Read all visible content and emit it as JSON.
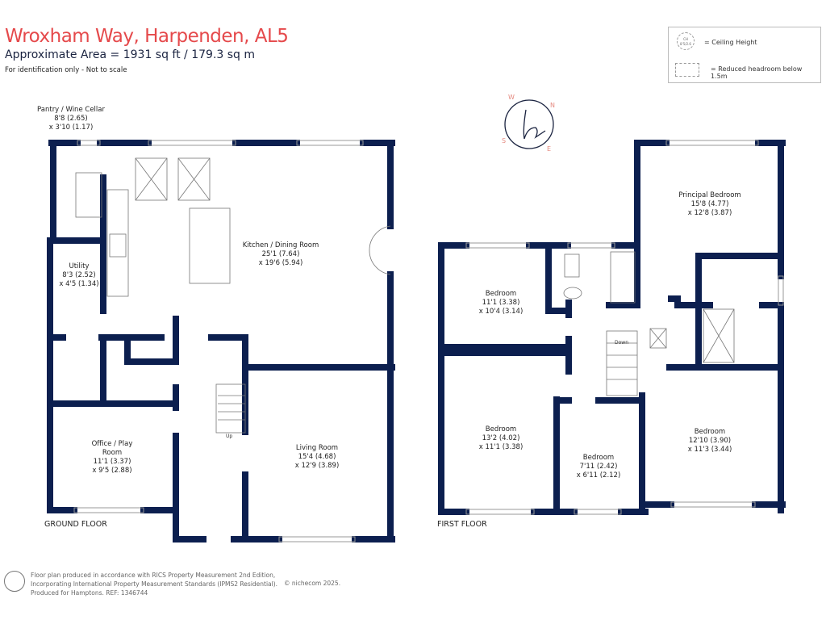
{
  "header": {
    "title": "Wroxham Way, Harpenden, AL5",
    "area": "Approximate Area = 1931 sq ft / 179.3 sq m",
    "note": "For identification only - Not to scale"
  },
  "legend": {
    "ch_symbol": "CH 8'5/2.6",
    "ceiling_height": "= Ceiling Height",
    "reduced_headroom": "= Reduced headroom below 1.5m"
  },
  "compass": {
    "w": "W",
    "n": "N",
    "s": "S",
    "e": "E",
    "logo": "h"
  },
  "ground_floor": {
    "label": "GROUND FLOOR",
    "stairs": "Up",
    "rooms": [
      {
        "name": "Pantry / Wine Cellar",
        "dim1": "8'8 (2.65)",
        "dim2": "x 3'10 (1.17)"
      },
      {
        "name": "Kitchen / Dining Room",
        "dim1": "25'1 (7.64)",
        "dim2": "x 19'6 (5.94)"
      },
      {
        "name": "Utility",
        "dim1": "8'3 (2.52)",
        "dim2": "x 4'5 (1.34)"
      },
      {
        "name": "Office / Play Room",
        "dim1": "11'1 (3.37)",
        "dim2": "x 9'5 (2.88)"
      },
      {
        "name": "Living Room",
        "dim1": "15'4 (4.68)",
        "dim2": "x 12'9 (3.89)"
      }
    ]
  },
  "first_floor": {
    "label": "FIRST FLOOR",
    "stairs": "Down",
    "rooms": [
      {
        "name": "Principal Bedroom",
        "dim1": "15'8 (4.77)",
        "dim2": "x 12'8 (3.87)"
      },
      {
        "name": "Bedroom",
        "dim1": "11'1 (3.38)",
        "dim2": "x 10'4 (3.14)"
      },
      {
        "name": "Bedroom",
        "dim1": "13'2 (4.02)",
        "dim2": "x 11'1 (3.38)"
      },
      {
        "name": "Bedroom",
        "dim1": "7'11 (2.42)",
        "dim2": "x 6'11 (2.12)"
      },
      {
        "name": "Bedroom",
        "dim1": "12'10 (3.90)",
        "dim2": "x 11'3 (3.44)"
      }
    ]
  },
  "footer": {
    "line1": "Floor plan produced in accordance with RICS Property Measurement 2nd Edition,",
    "line2": "Incorporating International Property Measurement Standards (IPMS2 Residential).",
    "line3": "Produced for Hamptons.   REF:  1346744",
    "copyright": "© nichecom 2025."
  },
  "colors": {
    "wall": "#0c1f4f",
    "title": "#e5494b",
    "compass": "#e58a80"
  }
}
